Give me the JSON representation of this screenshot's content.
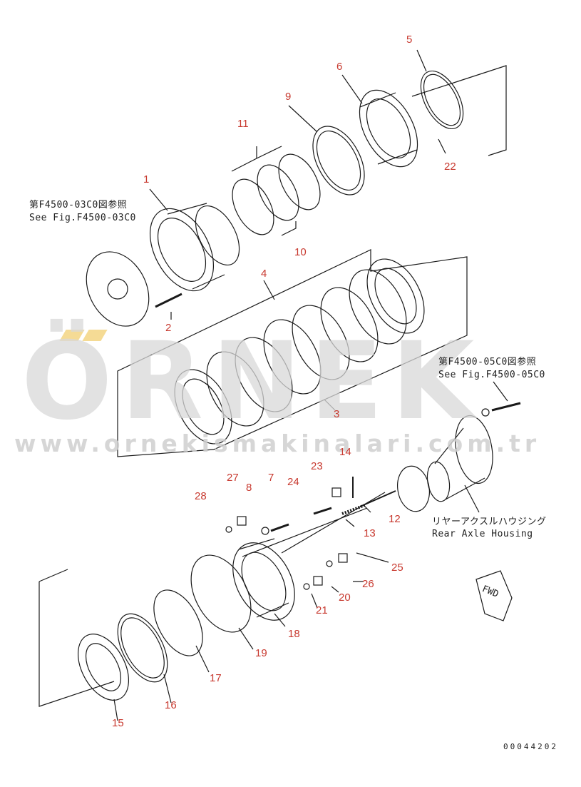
{
  "labels": {
    "p1": "1",
    "p2": "2",
    "p3": "3",
    "p4": "4",
    "p5": "5",
    "p6": "6",
    "p7": "7",
    "p8": "8",
    "p9": "9",
    "p10": "10",
    "p11": "11",
    "p12": "12",
    "p13": "13",
    "p14": "14",
    "p15": "15",
    "p16": "16",
    "p17": "17",
    "p18": "18",
    "p19": "19",
    "p20": "20",
    "p21": "21",
    "p22": "22",
    "p23": "23",
    "p24": "24",
    "p25": "25",
    "p26": "26",
    "p27": "27",
    "p28": "28"
  },
  "refs": {
    "fig03_jp": "第F4500-03C0図参照",
    "fig03_en": "See Fig.F4500-03C0",
    "fig05_jp": "第F4500-05C0図参照",
    "fig05_en": "See Fig.F4500-05C0",
    "housing_jp": "リヤーアクスルハウジング",
    "housing_en": "Rear Axle Housing"
  },
  "watermark": {
    "brand": "ÖRNEK",
    "url": "www.ornekismakinalari.com.tr"
  },
  "fwd": "FWD",
  "drawing_code": "00044202",
  "colors": {
    "label": "#c83a30",
    "line": "#1a1a1a",
    "watermark": "#d9d9d9",
    "accent": "#f2d27a"
  }
}
